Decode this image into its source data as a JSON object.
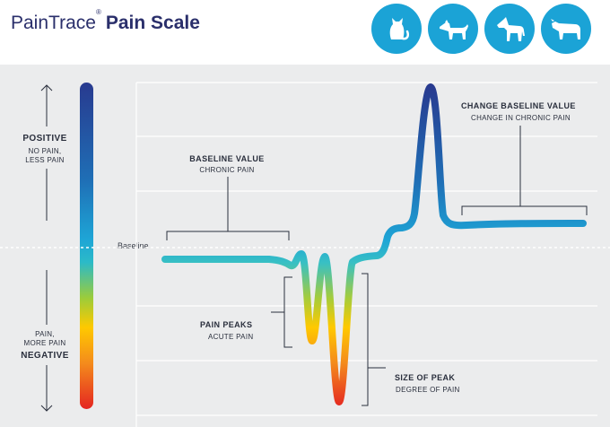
{
  "header": {
    "brand_light": "PainTrace",
    "brand_reg": "®",
    "brand_bold": "Pain Scale",
    "animals": [
      {
        "name": "cat",
        "icon": "cat-icon"
      },
      {
        "name": "dog",
        "icon": "dog-icon"
      },
      {
        "name": "horse",
        "icon": "horse-icon"
      },
      {
        "name": "cow",
        "icon": "cow-icon"
      }
    ]
  },
  "scale": {
    "positive_title": "POSITIVE",
    "positive_sub1": "NO PAIN,",
    "positive_sub2": "LESS PAIN",
    "negative_sub1": "PAIN,",
    "negative_sub2": "MORE PAIN",
    "negative_title": "NEGATIVE"
  },
  "diagram": {
    "baseline_label": "Baseline",
    "baseline_value_title": "BASELINE VALUE",
    "baseline_value_sub": "CHRONIC PAIN",
    "pain_peaks_title": "PAIN PEAKS",
    "pain_peaks_sub": "ACUTE PAIN",
    "size_of_peak_title": "SIZE OF PEAK",
    "size_of_peak_sub": "DEGREE OF PAIN",
    "change_baseline_title": "CHANGE BASELINE VALUE",
    "change_baseline_sub": "CHANGE IN CHRONIC PAIN"
  },
  "colors": {
    "brand_navy": "#2a2f6b",
    "icon_blue": "#1ba3d6",
    "panel_gray": "#ebeced",
    "scale_top": "#283a8f",
    "scale_mid": "#1ea5d6",
    "scale_bottom": "#e42521"
  }
}
